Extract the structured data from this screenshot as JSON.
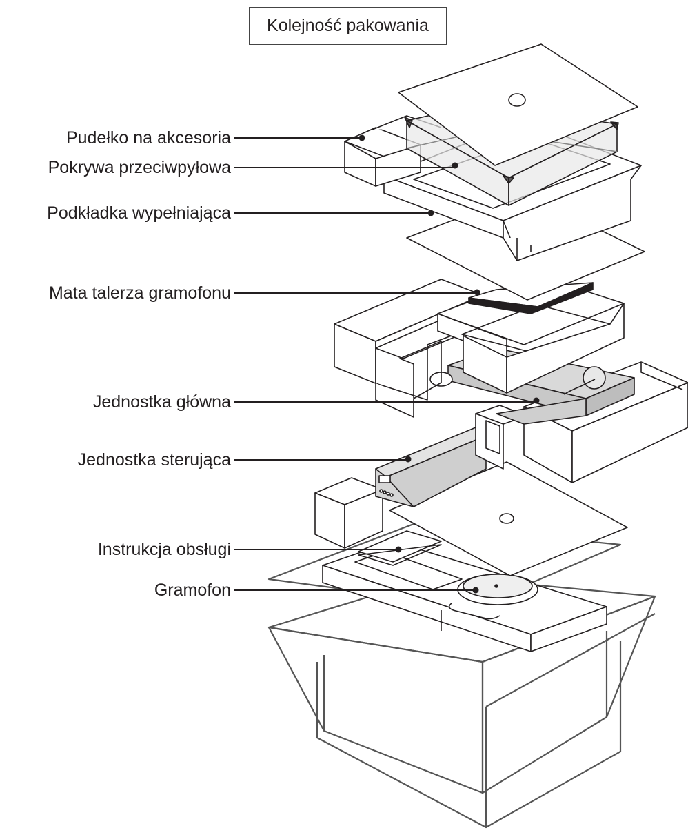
{
  "title": "Kolejność pakowania",
  "callouts": [
    {
      "id": "accessory-box",
      "label": "Pudełko na akcesoria"
    },
    {
      "id": "dust-cover",
      "label": "Pokrywa przeciwpyłowa"
    },
    {
      "id": "filler-pad",
      "label": "Podkładka wypełniająca"
    },
    {
      "id": "platter-mat",
      "label": "Mata talerza gramofonu"
    },
    {
      "id": "main-unit",
      "label": "Jednostka główna"
    },
    {
      "id": "control-unit",
      "label": "Jednostka sterująca"
    },
    {
      "id": "manual",
      "label": "Instrukcja obsługi"
    },
    {
      "id": "turntable",
      "label": "Gramofon"
    }
  ],
  "colors": {
    "line": "#231f20",
    "box_line": "#555555",
    "part_fill": "#ffffff",
    "unit_fill": "#d8d8d8",
    "cover_fill": "#e6e6e6"
  }
}
